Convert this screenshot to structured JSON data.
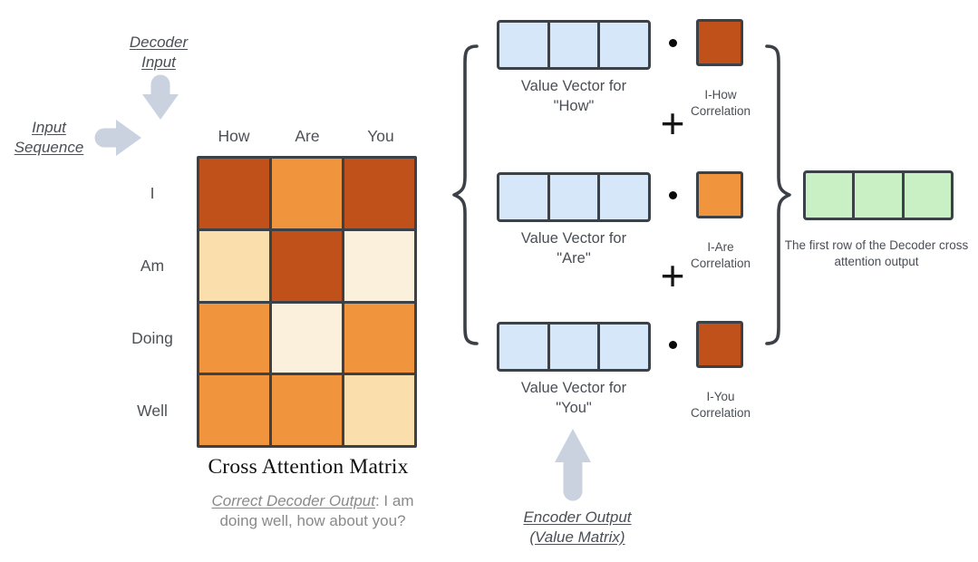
{
  "colors": {
    "dark_orange": "#C0511B",
    "mid_orange": "#F0943E",
    "light_tan": "#FADFAD",
    "pale_cream": "#FBF0DC",
    "value_cell_blue": "#D7E7FA",
    "output_cell_green": "#C9F0C5",
    "border_dark": "#3C4148",
    "arrow_gray": "#C9D2DE"
  },
  "left_labels": {
    "decoder_input": {
      "line1": "Decoder",
      "line2": "Input"
    },
    "input_sequence": {
      "line1": "Input",
      "line2": "Sequence"
    }
  },
  "matrix": {
    "title": "Cross Attention Matrix",
    "columns": [
      "How",
      "Are",
      "You"
    ],
    "rows": [
      "I",
      "Am",
      "Doing",
      "Well"
    ],
    "cells": [
      [
        "#C0511B",
        "#F0943E",
        "#C0511B"
      ],
      [
        "#FADFAD",
        "#C0511B",
        "#FBF0DC"
      ],
      [
        "#F0943E",
        "#FBF0DC",
        "#F0943E"
      ],
      [
        "#F0943E",
        "#F0943E",
        "#FADFAD"
      ]
    ],
    "caption": {
      "emphasis": "Correct Decoder Output",
      "rest": ": I am doing well, how about you?"
    }
  },
  "sum": {
    "plus": "+",
    "terms": [
      {
        "vector": {
          "line1": "Value Vector for",
          "line2": "\"How\""
        },
        "correlation": {
          "line1": "I-How",
          "line2": "Correlation",
          "color": "#C0511B"
        }
      },
      {
        "vector": {
          "line1": "Value Vector for",
          "line2": "\"Are\""
        },
        "correlation": {
          "line1": "I-Are",
          "line2": "Correlation",
          "color": "#F0943E"
        }
      },
      {
        "vector": {
          "line1": "Value Vector for",
          "line2": "\"You\""
        },
        "correlation": {
          "line1": "I-You",
          "line2": "Correlation",
          "color": "#C0511B"
        }
      }
    ]
  },
  "encoder": {
    "line1": "Encoder Output",
    "line2": "(Value Matrix)"
  },
  "output": {
    "line1": "The first row of the Decoder cross",
    "line2": "attention output"
  }
}
